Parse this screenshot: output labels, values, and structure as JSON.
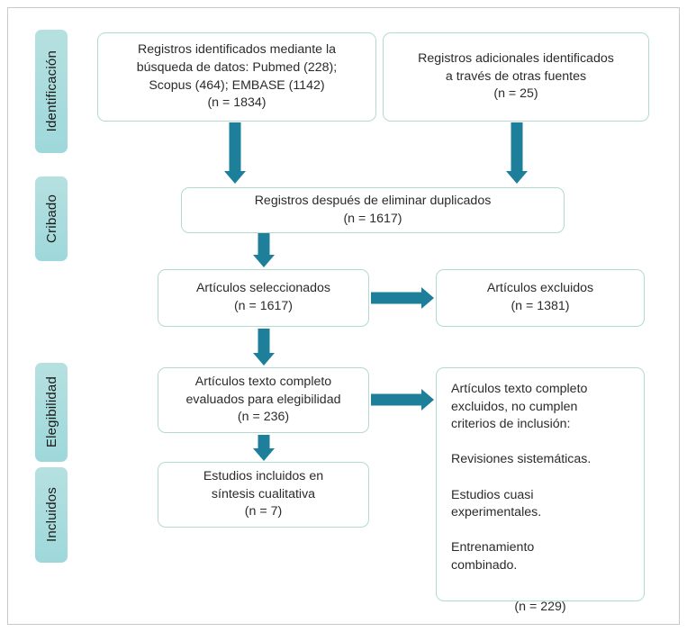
{
  "diagram": {
    "title": "PRISMA flow diagram",
    "language": "es",
    "colors": {
      "stage_tab_top": "#b6e0e0",
      "stage_tab_bottom": "#9ed8db",
      "box_border": "#b4d9d3",
      "box_background": "#ffffff",
      "arrow": "#1d7f99",
      "frame_border": "#c9c9c9",
      "text": "#2b2b2b",
      "page_background": "#ffffff"
    },
    "stages": [
      {
        "id": "identificacion",
        "label": "Identificación"
      },
      {
        "id": "cribado",
        "label": "Cribado"
      },
      {
        "id": "elegibilidad",
        "label": "Elegibilidad"
      },
      {
        "id": "incluidos",
        "label": "Incluidos"
      }
    ],
    "boxes": [
      {
        "id": "records-database",
        "stage": "identificacion",
        "text": "Registros identificados mediante la\nbúsqueda de datos: Pubmed (228);\nScopus (464); EMBASE (1142)\n(n = 1834)",
        "n": 1834,
        "sources": [
          {
            "name": "Pubmed",
            "count": 228
          },
          {
            "name": "Scopus",
            "count": 464
          },
          {
            "name": "EMBASE",
            "count": 1142
          }
        ]
      },
      {
        "id": "records-other-sources",
        "stage": "identificacion",
        "text": "Registros adicionales identificados\na través de otras fuentes\n(n = 25)",
        "n": 25
      },
      {
        "id": "records-after-duplicates",
        "stage": "cribado",
        "text": "Registros después de eliminar duplicados\n(n = 1617)",
        "n": 1617
      },
      {
        "id": "records-screened",
        "stage": "cribado",
        "text": "Artículos seleccionados\n(n = 1617)",
        "n": 1617
      },
      {
        "id": "records-excluded",
        "stage": "cribado",
        "text": "Artículos excluidos\n(n = 1381)",
        "n": 1381
      },
      {
        "id": "fulltext-assessed",
        "stage": "elegibilidad",
        "text": "Artículos texto completo\nevaluados para elegibilidad\n(n = 236)",
        "n": 236
      },
      {
        "id": "fulltext-excluded",
        "stage": "elegibilidad",
        "text": "Artículos texto completo\nexcluidos, no cumplen\ncriterios de inclusión:\n\nRevisiones sistemáticas.\n\nEstudios cuasi\nexperimentales.\n\nEntrenamiento\ncombinado.",
        "footer": "(n = 229)",
        "n": 229,
        "reasons": [
          "Revisiones sistemáticas.",
          "Estudios cuasi experimentales.",
          "Entrenamiento combinado."
        ]
      },
      {
        "id": "studies-included",
        "stage": "incluidos",
        "text": "Estudios incluidos en\nsíntesis cualitativa\n(n = 7)",
        "n": 7
      }
    ],
    "arrows": [
      {
        "id": "arrow-db-to-dedup",
        "direction": "down"
      },
      {
        "id": "arrow-other-to-dedup",
        "direction": "down"
      },
      {
        "id": "arrow-dedup-to-screened",
        "direction": "down"
      },
      {
        "id": "arrow-screened-to-excluded",
        "direction": "right"
      },
      {
        "id": "arrow-screened-to-fulltext",
        "direction": "down"
      },
      {
        "id": "arrow-fulltext-to-excluded",
        "direction": "right"
      },
      {
        "id": "arrow-fulltext-to-included",
        "direction": "down"
      }
    ]
  }
}
